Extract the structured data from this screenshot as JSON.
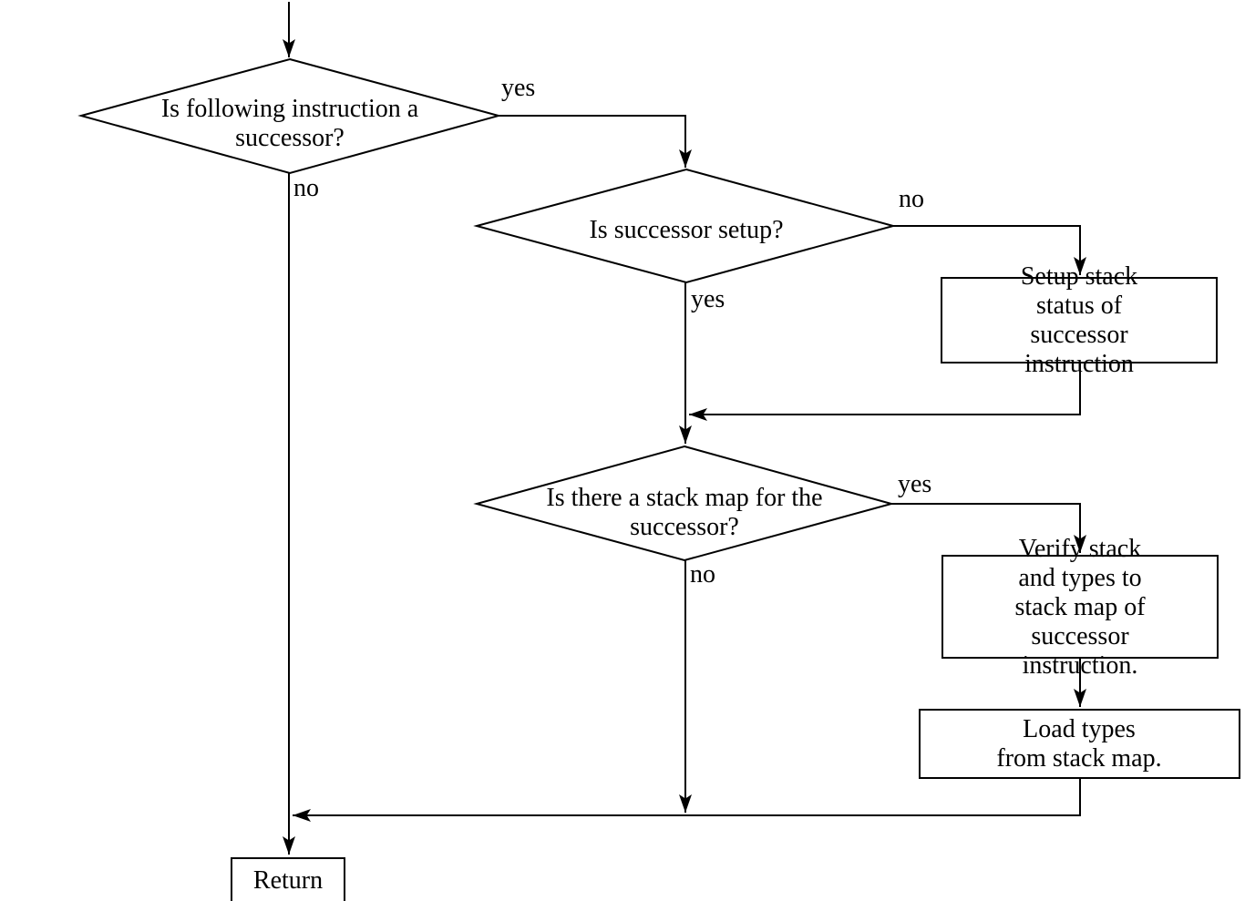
{
  "page": {
    "background_color": "#ffffff",
    "line_color": "#000000"
  },
  "flowchart": {
    "nodes": {
      "decision_following": {
        "label": "Is following instruction a\nsuccessor?"
      },
      "decision_setup": {
        "label": "Is successor setup?"
      },
      "process_setup_stack": {
        "label": "Setup stack status of\nsuccessor instruction"
      },
      "decision_stackmap": {
        "label": "Is there a stack map for the\nsuccessor?"
      },
      "process_verify": {
        "label": "Verify stack and types to\nstack map of successor\ninstruction."
      },
      "process_load": {
        "label": "Load types from stack map."
      },
      "terminal_return": {
        "label": "Return"
      }
    },
    "edge_labels": {
      "following_yes": "yes",
      "following_no": "no",
      "setup_no": "no",
      "setup_yes": "yes",
      "stackmap_yes": "yes",
      "stackmap_no": "no"
    }
  }
}
